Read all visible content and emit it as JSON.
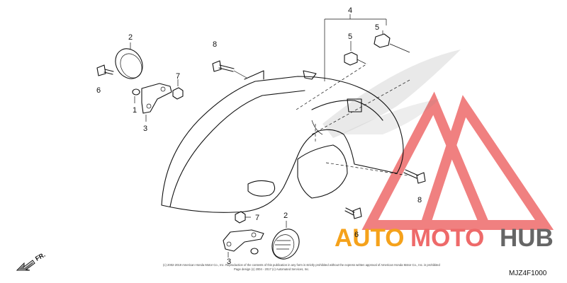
{
  "callouts": {
    "c1": "1",
    "c2a": "2",
    "c2b": "2",
    "c3a": "3",
    "c3b": "3",
    "c4": "4",
    "c5a": "5",
    "c5b": "5",
    "c6a": "6",
    "c6b": "6",
    "c7a": "7",
    "c7b": "7",
    "c8a": "8",
    "c8b": "8"
  },
  "diagram_code": "MJZ4F1000",
  "direction_label": "FR.",
  "watermark": {
    "part1": "AUTO",
    "part2": "MOTO",
    "part3": "HUB",
    "color_orange": "#f5a21b",
    "color_red": "#ee6a6a",
    "color_gray": "#666666"
  },
  "copyright_line1": "(c) 2002-2019 American Honda Motor Co., Inc. Reproduction of the contents of this publication in any form is strictly prohibited without the express written approval of American Honda Motor Co., Inc. is prohibited",
  "copyright_line2": "Page design (c) 2004 - 2017 (c) Automated Services, Inc."
}
